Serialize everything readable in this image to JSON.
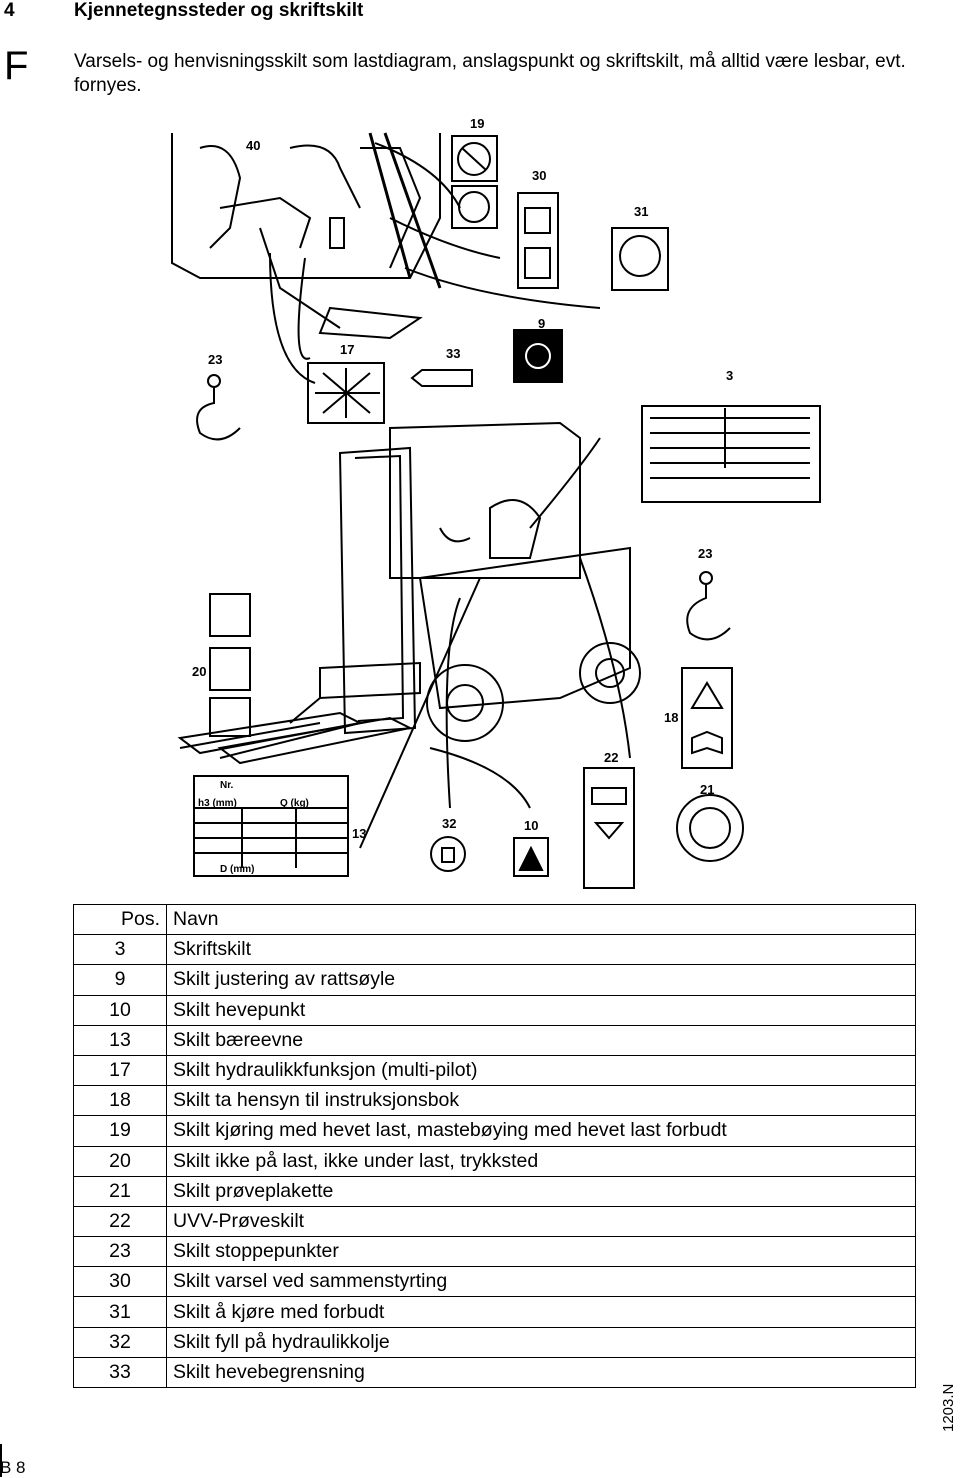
{
  "header": {
    "section_number": "4",
    "section_title": "Kjennetegnssteder og skriftskilt"
  },
  "subsection": {
    "letter": "F",
    "text": "Varsels- og henvisningsskilt som lastdiagram, anslagspunkt og skriftskilt, må alltid være lesbar, evt. fornyes."
  },
  "figure": {
    "callouts": {
      "c40": "40",
      "c19": "19",
      "c30": "30",
      "c31": "31",
      "c9": "9",
      "c23a": "23",
      "c17": "17",
      "c33": "33",
      "c3": "3",
      "c23b": "23",
      "c20": "20",
      "c18": "18",
      "c22": "22",
      "c21": "21",
      "c13": "13",
      "c32": "32",
      "c10": "10"
    },
    "plate_labels": {
      "nr": "Nr.",
      "h3": "h3 (mm)",
      "q": "Q (kg)",
      "d": "D (mm)"
    }
  },
  "legend": {
    "header": {
      "pos": "Pos.",
      "name": "Navn"
    },
    "rows": [
      {
        "pos": "3",
        "name": "Skriftskilt"
      },
      {
        "pos": "9",
        "name": "Skilt justering av rattsøyle"
      },
      {
        "pos": "10",
        "name": "Skilt hevepunkt"
      },
      {
        "pos": "13",
        "name": "Skilt bæreevne"
      },
      {
        "pos": "17",
        "name": "Skilt hydraulikkfunksjon (multi-pilot)"
      },
      {
        "pos": "18",
        "name": "Skilt ta hensyn til instruksjonsbok"
      },
      {
        "pos": "19",
        "name": "Skilt kjøring med hevet last, mastebøying med hevet last forbudt"
      },
      {
        "pos": "20",
        "name": "Skilt ikke på last, ikke under last, trykksted"
      },
      {
        "pos": "21",
        "name": "Skilt prøveplakette"
      },
      {
        "pos": "22",
        "name": "UVV-Prøveskilt"
      },
      {
        "pos": "23",
        "name": "Skilt stoppepunkter"
      },
      {
        "pos": "30",
        "name": "Skilt varsel ved sammenstyrting"
      },
      {
        "pos": "31",
        "name": "Skilt å kjøre med forbudt"
      },
      {
        "pos": "32",
        "name": "Skilt fyll på hydraulikkolje"
      },
      {
        "pos": "33",
        "name": "Skilt hevebegrensning"
      }
    ]
  },
  "footer": {
    "side_code": "1203.N",
    "page": "B 8"
  }
}
